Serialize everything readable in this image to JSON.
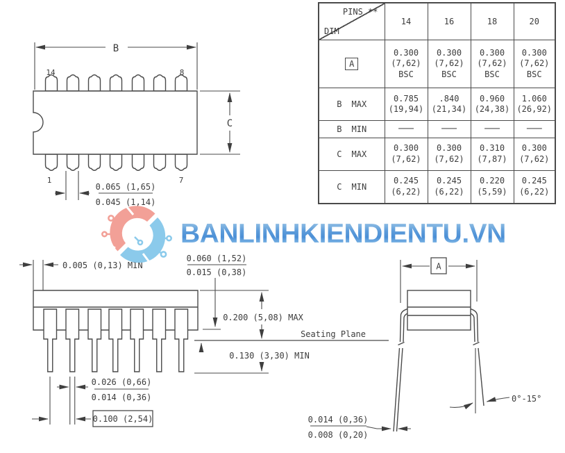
{
  "watermark": {
    "text": "BANLINHKIENDIENTU.VN",
    "logo_red": "#f29b92",
    "logo_blue": "#85c8ea"
  },
  "table": {
    "header": {
      "pins_label": "PINS **",
      "dim_label": "DIM",
      "columns": [
        "14",
        "16",
        "18",
        "20"
      ]
    },
    "rows": [
      {
        "dim": "A",
        "qual": "",
        "cells": [
          "0.300\n(7,62)\nBSC",
          "0.300\n(7,62)\nBSC",
          "0.300\n(7,62)\nBSC",
          "0.300\n(7,62)\nBSC"
        ]
      },
      {
        "dim": "B",
        "qual": "MAX",
        "cells": [
          "0.785\n(19,94)",
          ".840\n(21,34)",
          "0.960\n(24,38)",
          "1.060\n(26,92)"
        ]
      },
      {
        "dim": "B",
        "qual": "MIN",
        "cells": [
          "───",
          "───",
          "───",
          "───"
        ]
      },
      {
        "dim": "C",
        "qual": "MAX",
        "cells": [
          "0.300\n(7,62)",
          "0.300\n(7,62)",
          "0.310\n(7,87)",
          "0.300\n(7,62)"
        ]
      },
      {
        "dim": "C",
        "qual": "MIN",
        "cells": [
          "0.245\n(6,22)",
          "0.245\n(6,22)",
          "0.220\n(5,59)",
          "0.245\n(6,22)"
        ]
      }
    ]
  },
  "top_view": {
    "dim_b_label": "B",
    "dim_c_label": "C",
    "pin_top_left": "14",
    "pin_top_right": "8",
    "pin_bottom_left": "1",
    "pin_bottom_right": "7",
    "lead_width_max": "0.065 (1,65)",
    "lead_width_min": "0.045 (1,14)"
  },
  "side_view": {
    "standoff_min": "0.005 (0,13) MIN",
    "shoulder_max": "0.060 (1,52)",
    "shoulder_min": "0.015 (0,38)",
    "body_height_max": "0.200 (5,08) MAX",
    "seating_plane_label": "Seating Plane",
    "lead_below_min": "0.130 (3,30) MIN",
    "leg_width_max": "0.026 (0,66)",
    "leg_width_min": "0.014 (0,36)",
    "pitch": "0.100 (2,54)"
  },
  "end_view": {
    "dim_a_label": "A",
    "lead_angle": "0°-15°",
    "lead_thick_max": "0.014 (0,36)",
    "lead_thick_min": "0.008 (0,20)"
  }
}
